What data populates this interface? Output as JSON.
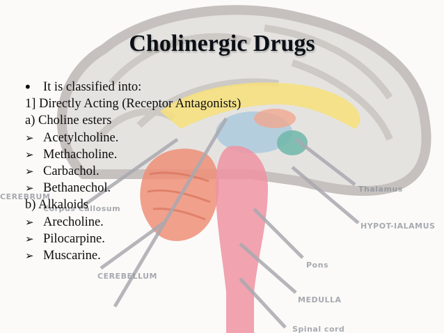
{
  "slide": {
    "title": "Cholinergic Drugs",
    "items": [
      {
        "marker": "•",
        "text": "It is classified into:"
      },
      {
        "marker": "",
        "text": "1] Directly Acting (Receptor Antagonists)"
      },
      {
        "marker": "",
        "text": "a) Choline esters"
      },
      {
        "marker": "➢",
        "text": "Acetylcholine."
      },
      {
        "marker": "➢",
        "text": "Methacholine."
      },
      {
        "marker": "➢",
        "text": "Carbachol."
      },
      {
        "marker": "➢",
        "text": "Bethanechol."
      },
      {
        "marker": "",
        "text": "b) Alkaloids"
      },
      {
        "marker": "➢",
        "text": "Arecholine."
      },
      {
        "marker": "➢",
        "text": "Pilocarpine."
      },
      {
        "marker": "➢",
        "text": "Muscarine."
      }
    ]
  },
  "background": {
    "labels": {
      "thalamus": "Thalamus",
      "hypothalamus": "HYPOT-IALAMUS",
      "pons": "Pons",
      "medulla": "MEDULLA",
      "cerebrum": "CEREBRUM",
      "corpus": "Corpus Callosum",
      "cerebellum": "CEREBELLUM",
      "spinal": "Spinal cord"
    },
    "colors": {
      "cortex": "#d9d6d4",
      "corpus_callosum": "#f7e07a",
      "cerebellum": "#ef8f78",
      "brainstem": "#ef93a2",
      "hypothalamus": "#a9c8dd",
      "thalamus": "#6fb7a8",
      "arrows": "#a9a9b0"
    }
  }
}
